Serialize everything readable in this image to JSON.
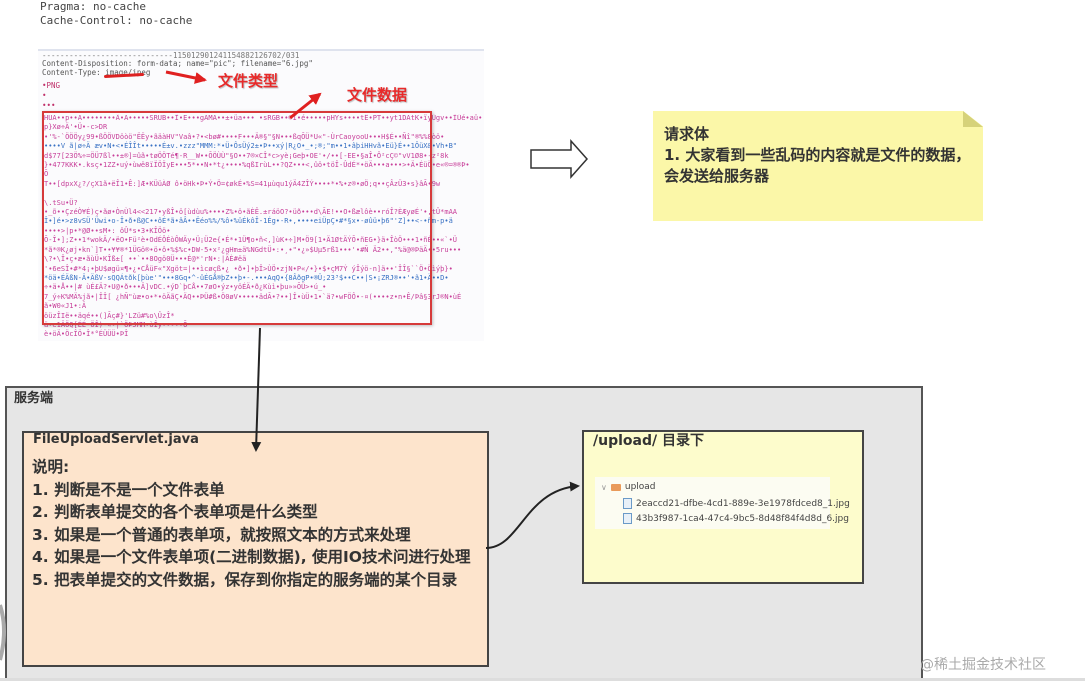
{
  "http_headers": {
    "pragma": "Pragma: no-cache",
    "cache_control": "Cache-Control: no-cache"
  },
  "request_body": {
    "boundary": "-----------------------------115012901241154882126702/031",
    "content_disposition": "Content-Disposition: form-data; name=\"pic\"; filename=\"6.jpg\"",
    "content_type": "Content-Type: image/jpeg",
    "png_marker": "•PNG",
    "dot1": "•",
    "dot2": "•••",
    "garbled_lines": [
      "HUA••p••A••••••••Â•A•••••SRUB••Î•E•••gAMA••±•üa••• •sRGB••®Î•é•••••pHYs••••tÊ•PT••yt1DAtK•ïyÜgv••ÎÜé•aü•",
      "p}Xø÷Ä'•Ü•-c>DR",
      "•'%-`ÖÖÖy¿99•ßÖÖVDöòö\"ËËy•ãäàHV\"Vaâ•?•<bø#••••F•••Ä®§\"§N•••ßqÕÜ*U«\"-ÙrCaoyooU•••H$É••Ñî\"®%%8òö•",
      "••••V ã|ø÷Ä æv•N•<•ÉÎÎt•••••É±v.•zzz\"MMM:*•Ü•ÔsÜý2±•Þ••xý|R¿O•_•;®;\"m••1•âþiHHvã•Eü}É••1ÔüX&•Vh•B\"",
      "d$77[23Ö%÷=ÖÜ7ßl••±®]=ûã•tøÖÖTé¶-R__W••ÕÖÙÙ\"§O••7®×CÎ*c>yè¡Geþ•OE'•/••[-EE•§aÎ•Ô²cÇ©\"vV1Ø8•-z²8k",
      "}•477KKK•.ksç•1ZZ•uý•ùwë8ïÏÖÏyE•••5*••N•*t¿••••%qßIrùL••?QZ•••<,ûö•töÎ-ÛdÉ*•öÄ•••a•••>•Ä•ÉüÖ•e«®=®®Þ•",
      "Õ",
      "T••[dpxX¿?/çX1ã•ëÎ1•Ê:]Æ•KÜüÀØ ô•öHk•Þ•Ý•Ö=¢økÉ•%S=41µùqu1ýÄ4ZÎÝ••••*•%•z®•øÖ;q••çÂzÜ3•s}âÃ•9w",
      "",
      "\\.tSu•Ü?",
      "•_õ••ÇzéÒ¥É)ç•ãø•ÒnÙl4<<217•yßÎ•ö[ùdùu%••••Z%•ö•ãÈÊ.±ráöO?•üð•••d\\ÃE!••O•ßælôè••róÎ?ÈÆyøÉ'•,tÛ*mAA",
      "Î•]é•>z8vSÜ'Üwi•o-Î•ð•ß@C••ôÉ*ã•âÂ••Ëéo%%/%ô•%üÉkôÎ-1Ég•-R•,••••eiÜpÇ•#*§x•-øûü•þ6\"'Z]••<-•ñm-p•ä",
      "••••>|p•*@Ø••sM•: ôÛ*s•3•KÎÖö•",
      "Õ-Î•];Z••1*wokÄ/•ëO•Fü²è•OdÉÔÉòÔWÄy•Ü¡Ü2e{•É*•1Ü¶o•ñ<,]ùK•÷]M•Ö9[1•Ä1ØtÄÝÕ•ñEG•}ä•ÎòÖ•••1•ñÉ••«`•Ü",
      "*ã*®K¿øj•kn`]T••¥¥®*1ÜGö®•ö•ô•%$%c•DW-5•x²¿gHm±ä%NGdtÜ•:•¸•\"•¿»$Uµ5rß1•••'•#Ñ Ä2••,\"%ä@®ÞäÄ••5ru•••",
      "\\?•\\Î•ç•æ•ãùÜ•KÎß±[ ••`••8Ogö0Ü•••É@*'rN•:|ÄÈ#ëä",
      "'•6eSÎ•#*4¡•þU$øgü¤¶•¿•CÅüF«\"Xgöt=|••ìcøçß•¿ •ð•]•þÎ>ÙÖ•zjN•P«/•}•$•çM7Ý ýÎýö-n]ä••'ÎÎ§``Ö•Öìýþ}•",
      "*öä•ÉÄßN-Ä•ÄßV-sQQÁtðk[þùe'\"•••8Gq•^-ûÉGÅ®þZ••þ•-.•••AqQ•{8ÂðgP•®Ü;23³$••C••|S•¡ZRJ®••'•ã1•Ä••D•",
      "÷•ä•Å••|# ùÉ£Ä?•U@•ð•••Ä]vDC.•ýD`þCÅ••7øO•ýz•yöÉÄ•ð¿Kùì•þu»»ÕÜ>•ú_•",
      "7_ý÷K%MÄ%jã•|ÎÎ[ ¿hÑ\"ùæ•o•*•öÄãÇ•ÄQ••ÞÜ#ß•Ö0øV•••••ädÃ•?••]Î•ùÜ•1•`ä?•wFÖÔ•-¤(••••z•n•Ê/Þâ§3rJ®N•ùÉ",
      "ã•W0«J1•:Ä",
      "öüzÎIë••äqé••(]Ãç#}'LZü#%o\\ÛzÎ*",
      "ä•e1ÄÖQ[ÉÉ-ÖÎ)-«•|`ÖÞJMM•òÎy•••••Õ",
      "è•öÄ•ÖcÎÖ•Î*°ÉÜÜÜ•ÞÎ"
    ]
  },
  "annotations": {
    "file_type": "文件类型",
    "file_data": "文件数据"
  },
  "note": {
    "title": "请求体",
    "body": "1. 大家看到一些乱码的内容就是文件的数据，会发送给服务器"
  },
  "server": {
    "label": "服务端",
    "servlet": {
      "title": "FileUploadServlet.java",
      "heading": "说明:",
      "items": [
        "1. 判断是不是一个文件表单",
        "2. 判断表单提交的各个表单项是什么类型",
        "3. 如果是一个普通的表单项，就按照文本的方式来处理",
        "4. 如果是一个文件表单项(二进制数据), 使用IO技术问进行处理",
        "5. 把表单提交的文件数据，保存到你指定的服务端的某个目录"
      ]
    },
    "upload_dir": {
      "title": "/upload/ 目录下",
      "folder": "upload",
      "files": [
        "2eaccd21-dfbe-4cd1-889e-3e1978fdced8_1.jpg",
        "43b3f987-1ca4-47c4-9bc5-8d48f84f4d8d_6.jpg"
      ]
    }
  },
  "watermark": "@稀土掘金技术社区",
  "colors": {
    "annotation_red": "#e82a2a",
    "note_yellow": "#fbf7a8",
    "servlet_bg": "#fde4cc",
    "upload_bg": "#fdfccc",
    "server_bg": "#e6e6e6",
    "garble_pink": "#c8409a",
    "garble_blue": "#3a72c4"
  }
}
